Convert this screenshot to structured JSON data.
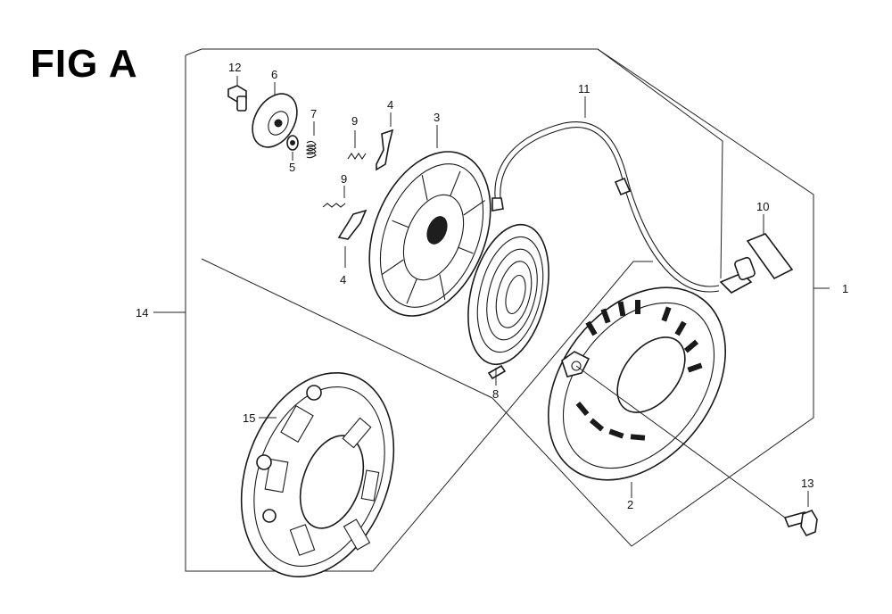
{
  "figure": {
    "title": "FIG A"
  },
  "callouts": [
    {
      "id": "c1",
      "label": "1"
    },
    {
      "id": "c2",
      "label": "2"
    },
    {
      "id": "c3",
      "label": "3"
    },
    {
      "id": "c4a",
      "label": "4"
    },
    {
      "id": "c4b",
      "label": "4"
    },
    {
      "id": "c5",
      "label": "5"
    },
    {
      "id": "c6",
      "label": "6"
    },
    {
      "id": "c7",
      "label": "7"
    },
    {
      "id": "c8",
      "label": "8"
    },
    {
      "id": "c9a",
      "label": "9"
    },
    {
      "id": "c9b",
      "label": "9"
    },
    {
      "id": "c10",
      "label": "10"
    },
    {
      "id": "c11",
      "label": "11"
    },
    {
      "id": "c12",
      "label": "12"
    },
    {
      "id": "c13",
      "label": "13"
    },
    {
      "id": "c14",
      "label": "14"
    },
    {
      "id": "c15",
      "label": "15"
    }
  ]
}
